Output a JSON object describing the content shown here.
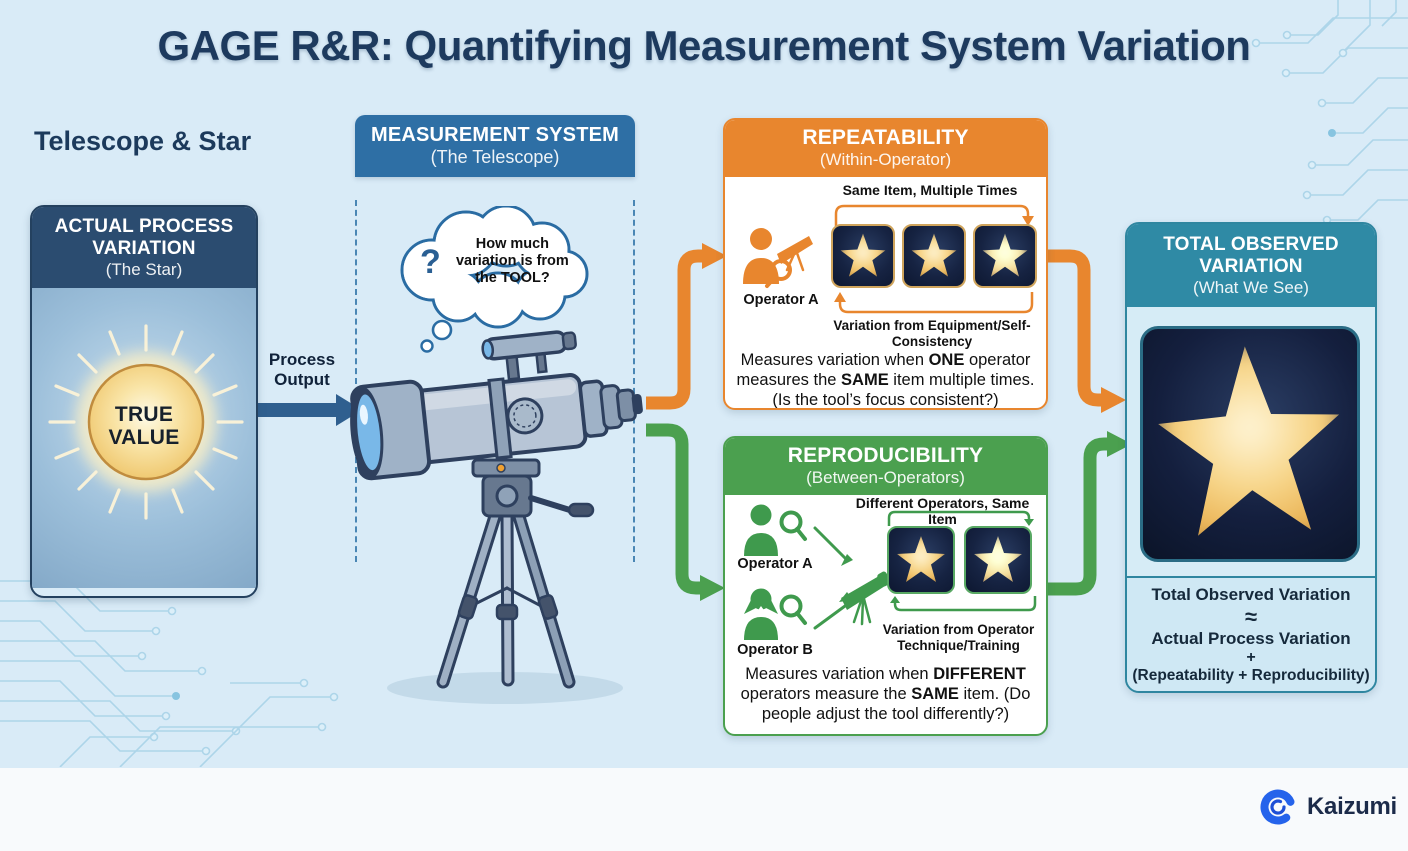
{
  "title": "GAGE R&R: Quantifying Measurement System Variation",
  "section_heading": "Telescope & Star",
  "actual_process": {
    "title": "ACTUAL PROCESS VARIATION",
    "subtitle": "(The Star)",
    "sun_label": "TRUE\nVALUE"
  },
  "process_output": {
    "label": "Process\nOutput"
  },
  "measurement": {
    "title": "MEASUREMENT SYSTEM",
    "subtitle": "(The Telescope)",
    "question_mark": "?",
    "thought_text": "How much variation is from the TOOL?"
  },
  "repeatability": {
    "title": "REPEATABILITY",
    "subtitle": "(Within-Operator)",
    "top_label": "Same Item, Multiple Times",
    "operator_label": "Operator A",
    "bottom_label": "Variation from Equipment/Self-Consistency",
    "description_runs": [
      {
        "t": "Measures variation when "
      },
      {
        "t": "ONE",
        "b": true
      },
      {
        "t": " operator measures the "
      },
      {
        "t": "SAME",
        "b": true
      },
      {
        "t": " item multiple times. (Is the tool’s focus consistent?)"
      }
    ]
  },
  "reproducibility": {
    "title": "REPRODUCIBILITY",
    "subtitle": "(Between-Operators)",
    "top_label": "Different Operators, Same Item",
    "operator_a_label": "Operator A",
    "operator_b_label": "Operator B",
    "bottom_label": "Variation from Operator Technique/Training",
    "description_runs": [
      {
        "t": "Measures variation when "
      },
      {
        "t": "DIFFERENT",
        "b": true
      },
      {
        "t": " operators measure the "
      },
      {
        "t": "SAME",
        "b": true
      },
      {
        "t": " item. (Do people adjust the tool differently?)"
      }
    ]
  },
  "total": {
    "title": "TOTAL OBSERVED VARIATION",
    "subtitle": "(What We See)",
    "formula_lines": [
      "Total Observed Variation",
      "≈",
      "Actual Process Variation",
      "+",
      "(Repeatability + Reproducibility)"
    ]
  },
  "footer": {
    "brand": "Kaizumi"
  },
  "colors": {
    "background": "#D9EBF7",
    "navy_title": "#1D3A5E",
    "card_navy": "#2B4C70",
    "measurement_blue": "#2E6FA5",
    "repeatability_orange": "#E8862E",
    "reproducibility_green": "#4BA04F",
    "total_teal": "#2F8AA5",
    "process_arrow_blue": "#2F5F8F",
    "star_gold": "#F7D588",
    "circuit_blue": "#A9D3E8",
    "brand_blue": "#2563EB"
  }
}
